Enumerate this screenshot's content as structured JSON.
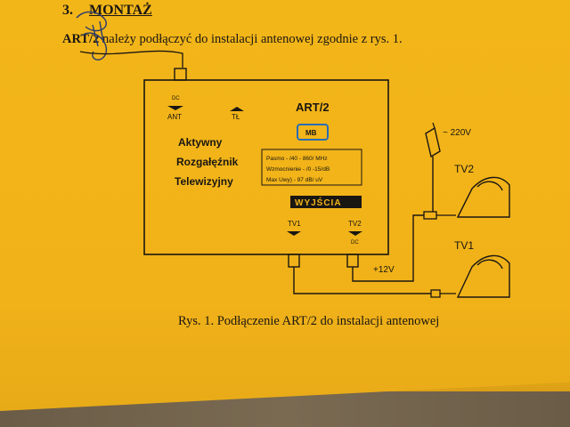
{
  "section": {
    "number": "3.",
    "title": "MONTAŻ"
  },
  "intro": {
    "device": "ART/2",
    "text": " należy podłączyć do instalacji antenowej zgodnie z rys. 1."
  },
  "caption": "Rys. 1. Podłączenie ART/2 do instalacji antenowej",
  "device_box": {
    "dc_label": "DC",
    "ant_label": "ANT",
    "tl_label": "TŁ",
    "model": "ART/2",
    "logo": "MB",
    "description": [
      "Aktywny",
      "Rozgałęźnik",
      "Telewizyjny"
    ],
    "specs": [
      "Pasmo - /40 - 860/ MHz",
      "Wzmocnienie - /0 -15/dB",
      "Max Uwy) - 97 dB/ uV"
    ],
    "outputs_label": "WYJŚCIA",
    "tv1_label": "TV1",
    "tv2_label": "TV2",
    "tv2_dc_label": "DC"
  },
  "external": {
    "power": "~ 220V",
    "tv2": "TV2",
    "tv1": "TV1",
    "voltage": "+12V"
  },
  "colors": {
    "paper": "#f2b51a",
    "ink": "#1a1612",
    "logo_fill": "#2a6cb4"
  }
}
